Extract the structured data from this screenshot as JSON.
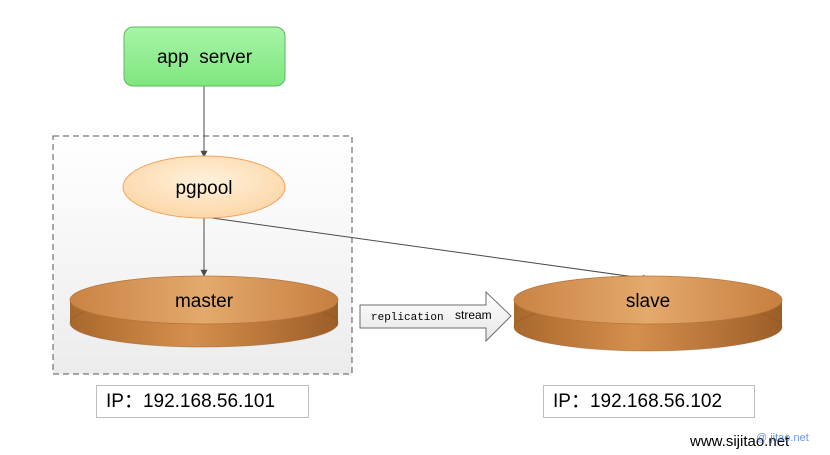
{
  "nodes": {
    "app_server": "app  server",
    "pgpool": "pgpool",
    "master": "master",
    "slave": "slave"
  },
  "replication": {
    "word1": "replication",
    "word2": "stream"
  },
  "ip": {
    "master": "IP：192.168.56.101",
    "slave": "IP：192.168.56.102"
  },
  "watermark": {
    "site": "www.sijitao.net",
    "overlay": "@ jitao.net"
  },
  "colors": {
    "app_server_fill": "#8ef08e",
    "app_server_border": "#5cb85c",
    "pgpool_fill": "#fde2c0",
    "pgpool_border": "#f2a25c",
    "disk_side": "#c77f3e",
    "disk_top": "#e0a468",
    "group_border": "#555555",
    "connector": "#4a4a4a"
  }
}
